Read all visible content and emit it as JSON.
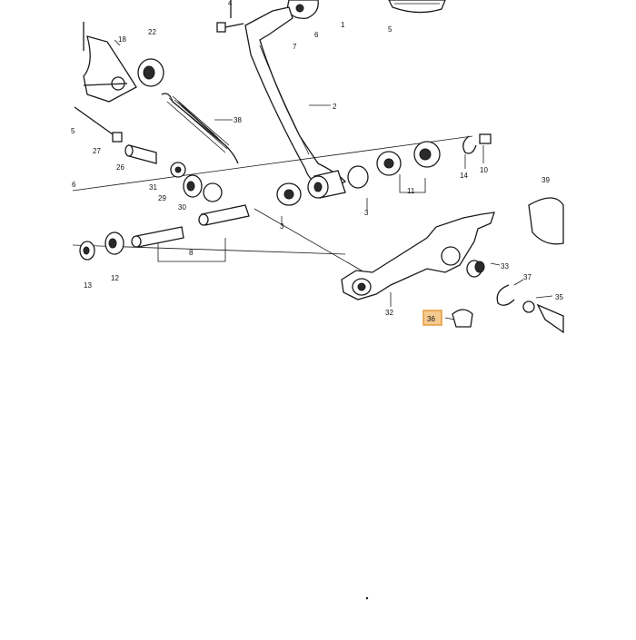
{
  "diagram": {
    "labels": [
      "1",
      "2",
      "3",
      "3",
      "5",
      "6",
      "7",
      "8",
      "10",
      "11",
      "12",
      "13",
      "14",
      "18",
      "22",
      "26",
      "27",
      "29",
      "30",
      "31",
      "32",
      "33",
      "35",
      "36",
      "37",
      "38",
      "39",
      "4",
      "5",
      "6"
    ],
    "highlighted_label": "36",
    "highlight_color": "#f6c98f",
    "highlight_border_color": "#e59a3a"
  }
}
